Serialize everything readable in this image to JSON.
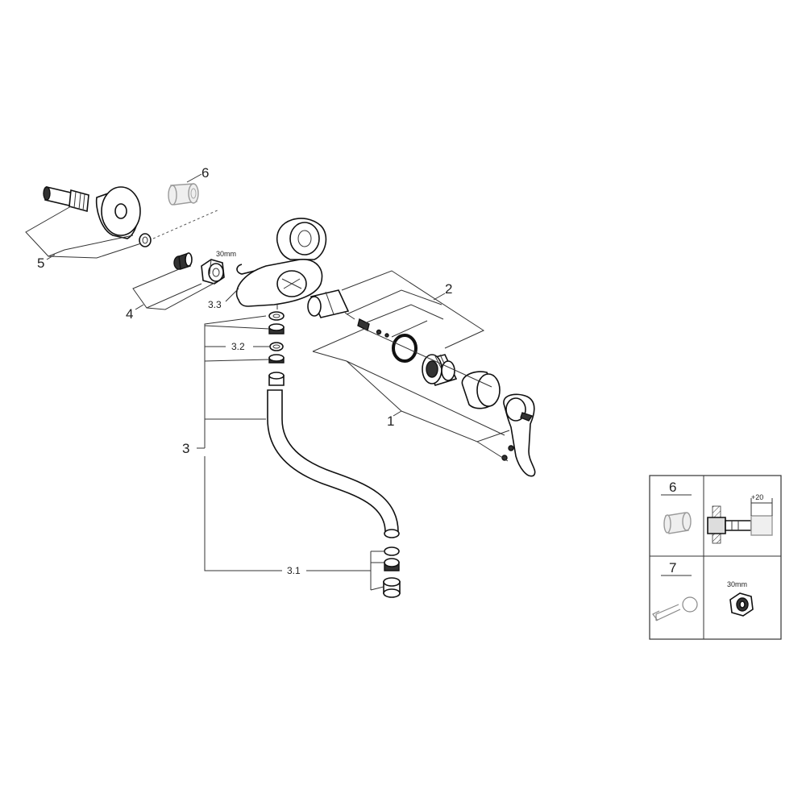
{
  "callouts": {
    "c1": "1",
    "c2": "2",
    "c3": "3",
    "c3_1": "3.1",
    "c3_2": "3.2",
    "c3_3": "3.3",
    "c4": "4",
    "c5": "5",
    "c6": "6",
    "nut_size": "30mm"
  },
  "legend": {
    "cell6_number": "6",
    "cell7_number": "7",
    "extension": "+20",
    "nut_size": "30mm"
  }
}
